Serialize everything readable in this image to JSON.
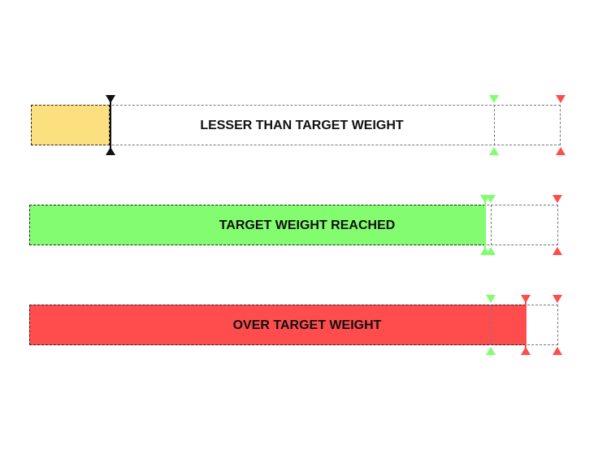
{
  "colors": {
    "below_fill": "#fce080",
    "reached_fill": "#84fc6f",
    "over_fill": "#ff4d4d",
    "target_marker": "#84fc6f",
    "limit_marker": "#ff4d4d",
    "current_marker_below": "#111111",
    "current_marker_reached": "#84fc6f",
    "current_marker_over": "#ff4d4d"
  },
  "bars": [
    {
      "id": "below",
      "label": "LESSER THAN TARGET WEIGHT",
      "fill_fraction": 0.146
    },
    {
      "id": "reached",
      "label": "TARGET WEIGHT REACHED",
      "fill_fraction": 0.862
    },
    {
      "id": "over",
      "label": "OVER TARGET WEIGHT",
      "fill_fraction": 0.936
    }
  ]
}
